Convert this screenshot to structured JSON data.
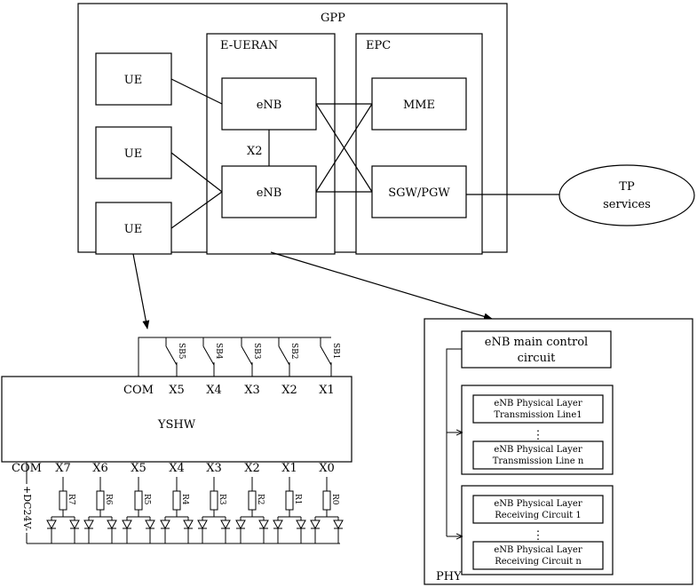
{
  "gpp": {
    "title": "GPP",
    "eueran_label": "E-UERAN",
    "epc_label": "EPC",
    "ue_labels": [
      "UE",
      "UE",
      "UE"
    ],
    "enb_labels": [
      "eNB",
      "eNB"
    ],
    "x2_label": "X2",
    "mme_label": "MME",
    "sgw_label": "SGW/PGW",
    "tp_line1": "TP",
    "tp_line2": "services"
  },
  "yshw": {
    "title": "YSHW",
    "top_labels": [
      "COM",
      "X5",
      "X4",
      "X3",
      "X2",
      "X1"
    ],
    "switch_labels": [
      "SB5",
      "SB4",
      "SB3",
      "SB2",
      "SB1"
    ],
    "bottom_labels": [
      "COM",
      "X7",
      "X6",
      "X5",
      "X4",
      "X3",
      "X2",
      "X1",
      "X0"
    ],
    "resistor_labels": [
      "R7",
      "R6",
      "R5",
      "R4",
      "R3",
      "R2",
      "R1",
      "R0"
    ],
    "power_label": "+DC24V-"
  },
  "phy": {
    "title": "PHY",
    "main_control_line1": "eNB main control",
    "main_control_line2": "circuit",
    "tx1_line1": "eNB Physical Layer",
    "tx1_line2": "Transmission Line1",
    "txn_line1": "eNB Physical Layer",
    "txn_line2": "Transmission Line n",
    "rx1_line1": "eNB Physical Layer",
    "rx1_line2": "Receiving Circuit 1",
    "rxn_line1": "eNB Physical Layer",
    "rxn_line2": "Receiving Circuit n",
    "dots": "⋮"
  }
}
